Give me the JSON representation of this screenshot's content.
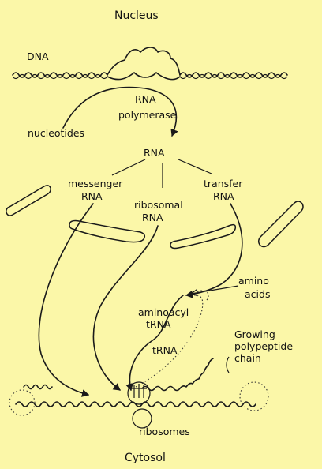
{
  "labels": {
    "nucleus": "Nucleus",
    "dna": "DNA",
    "rna_polymerase_line1": "RNA",
    "rna_polymerase_line2": "polymerase",
    "nucleotides": "nucleotides",
    "rna": "RNA",
    "messenger_line1": "messenger",
    "messenger_line2": "RNA",
    "ribosomal_line1": "ribosomal",
    "ribosomal_line2": "RNA",
    "transfer_line1": "transfer",
    "transfer_line2": "RNA",
    "amino_line1": "amino",
    "amino_line2": "acids",
    "aminoacyl_line1": "aminoacyl",
    "aminoacyl_line2": "tRNA",
    "trna": "tRNA",
    "growing_line1": "Growing",
    "growing_line2": "polypeptide",
    "growing_line3": "chain",
    "ribosomes": "ribosomes",
    "cytosol": "Cytosol"
  },
  "colors": {
    "background": "#fbf7a8",
    "ink": "#1a1a1a"
  }
}
